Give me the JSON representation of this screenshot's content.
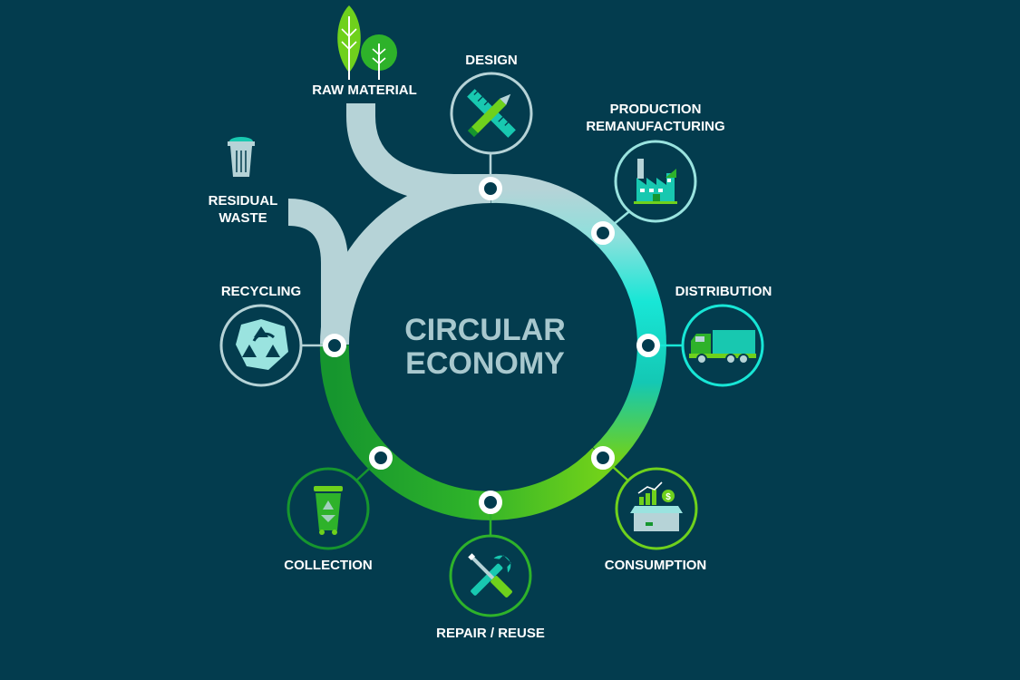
{
  "center": {
    "line1": "CIRCULAR",
    "line2": "ECONOMY"
  },
  "labels": {
    "raw_material": "RAW MATERIAL",
    "design": "DESIGN",
    "production_line1": "PRODUCTION",
    "production_line2": "REMANUFACTURING",
    "distribution": "DISTRIBUTION",
    "consumption": "CONSUMPTION",
    "repair_reuse": "REPAIR / REUSE",
    "collection": "COLLECTION",
    "recycling": "RECYCLING",
    "residual_line1": "RESIDUAL",
    "residual_line2": "WASTE"
  },
  "colors": {
    "background": "#033c4e",
    "ring_light": "#b6d3d7",
    "ring_cyan": "#18e6d6",
    "ring_teal": "#14c4b0",
    "ring_lime": "#72d21a",
    "ring_green": "#16962e",
    "center_text": "#a8c8ce"
  },
  "icons": {
    "raw_material": "trees-icon",
    "design": "pencil-ruler-icon",
    "production": "factory-icon",
    "distribution": "truck-icon",
    "consumption": "box-chart-icon",
    "repair_reuse": "wrench-screwdriver-icon",
    "collection": "green-bin-icon",
    "recycling": "recycle-icon",
    "residual_waste": "trash-can-icon"
  }
}
